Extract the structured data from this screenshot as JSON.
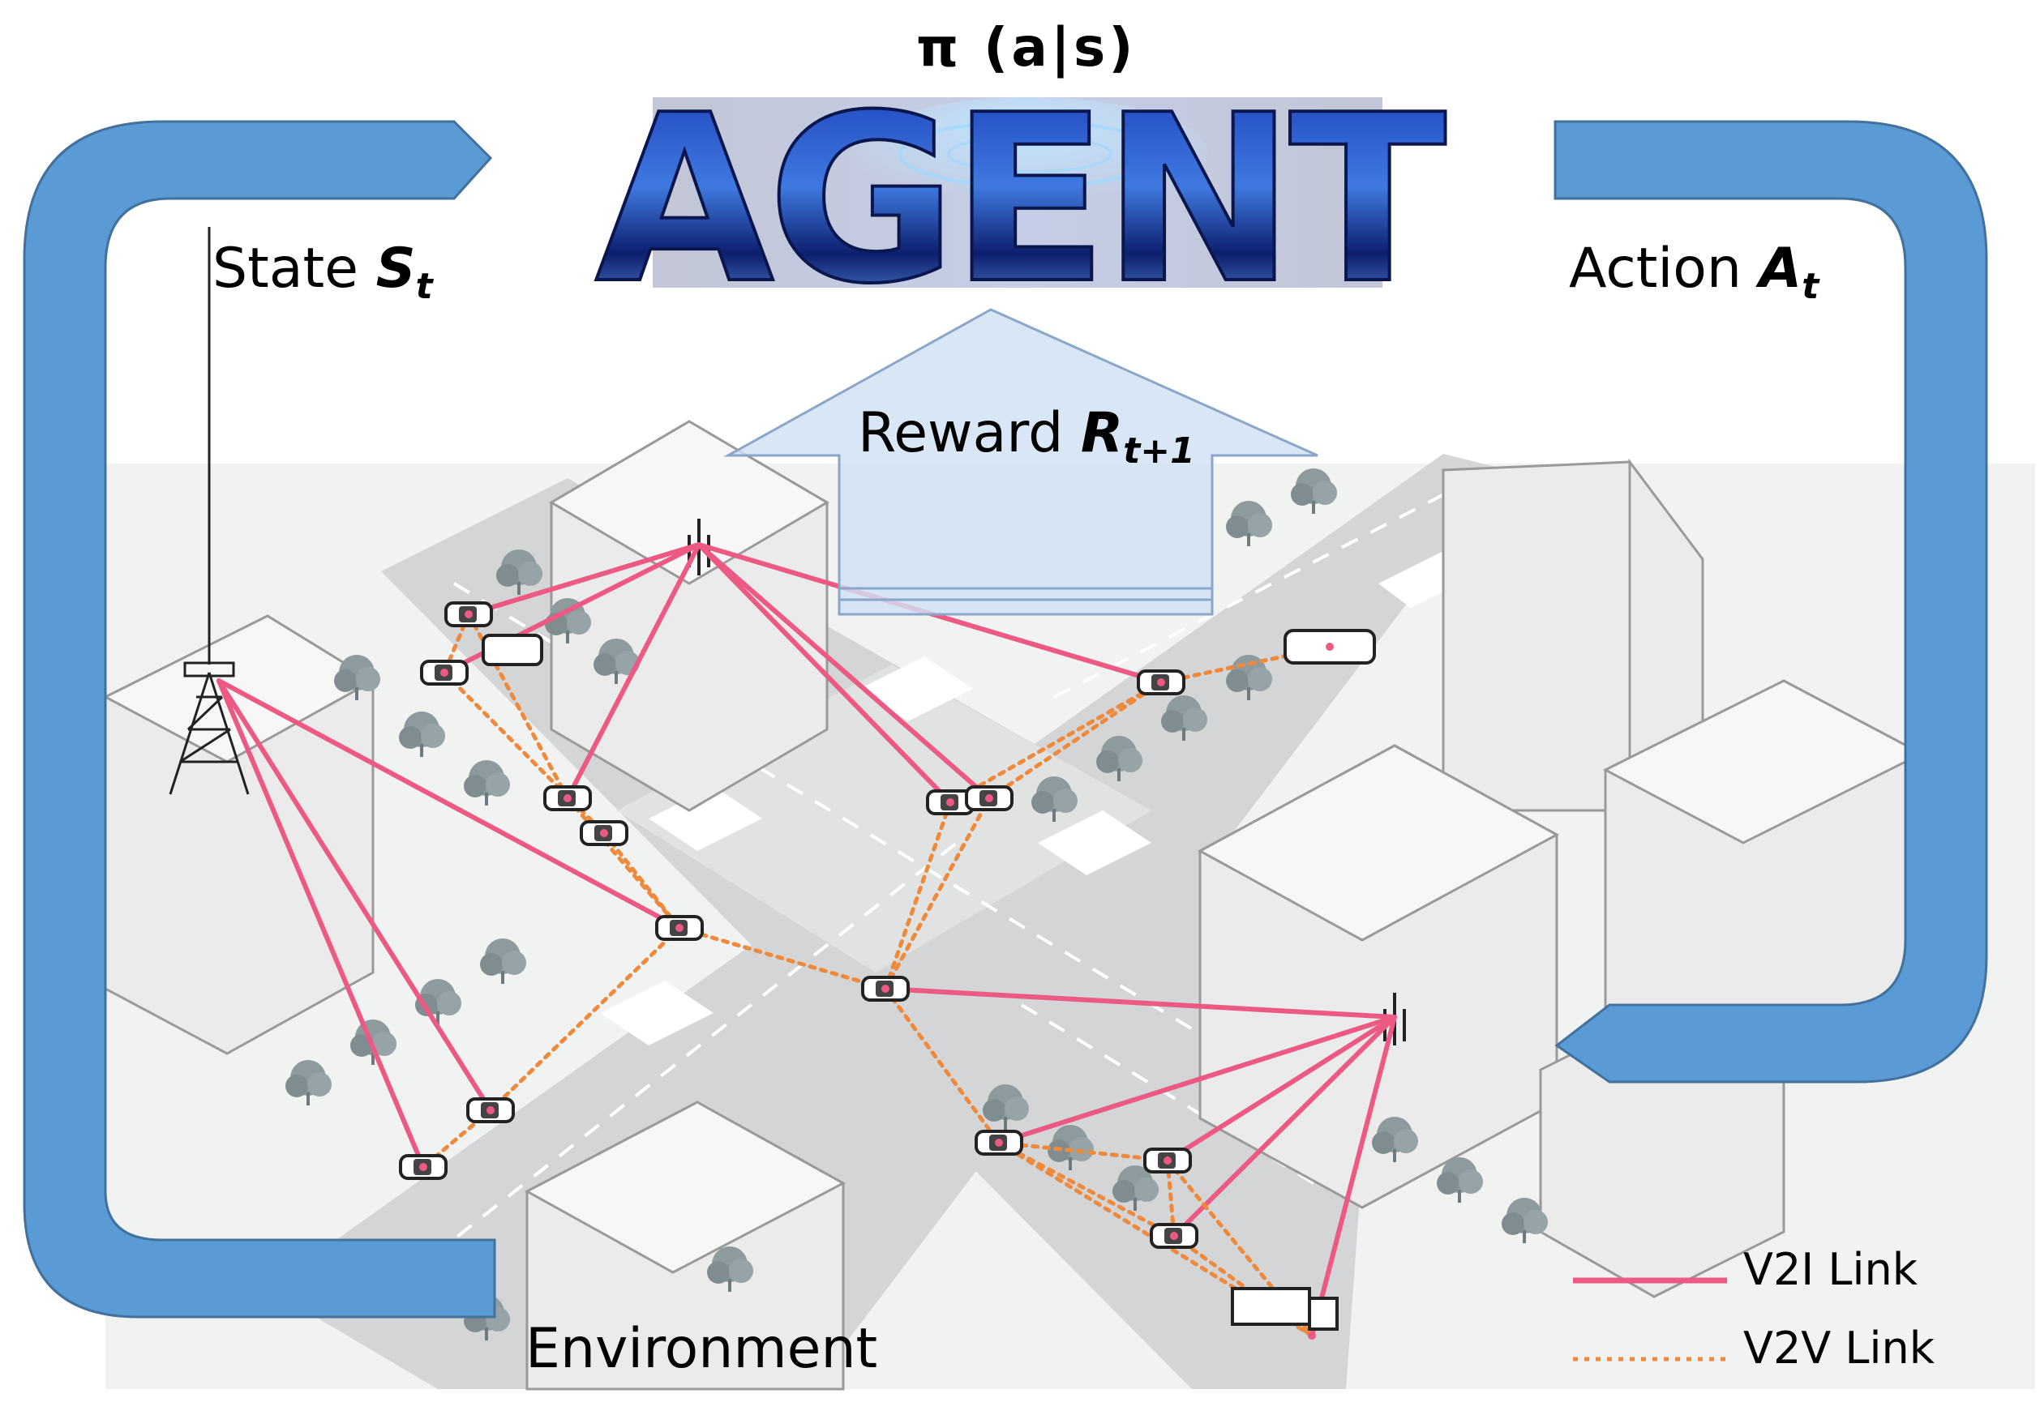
{
  "policy": {
    "text": "π  (a|s)"
  },
  "agent": {
    "text": "AGENT"
  },
  "state": {
    "label": "State ",
    "symbol": "S",
    "sub": "t"
  },
  "action": {
    "label": "Action ",
    "symbol": "A",
    "sub": "t"
  },
  "reward": {
    "label": "Reward ",
    "symbol": "R",
    "sub": "t+1"
  },
  "environment": {
    "label": "Environment"
  },
  "legend": {
    "v2i": {
      "label": "V2I  Link",
      "color": "#ec5a84"
    },
    "v2v": {
      "label": "V2V Link",
      "color": "#ef8a3c"
    }
  },
  "colors": {
    "loop_arrow": "#5b9bd5",
    "loop_arrow_edge": "#41719c",
    "reward_arrow": "#cfe0f3",
    "reward_arrow_edge": "#8aa6c8",
    "agent_text": "#12206b",
    "building": "#eaeaea",
    "road": "#d3d5d6",
    "tree": "#8d9a9e"
  },
  "icons": [
    "tower-icon",
    "antenna-icon",
    "car-icon",
    "bus-icon",
    "truck-icon",
    "tree-icon",
    "building-icon"
  ]
}
